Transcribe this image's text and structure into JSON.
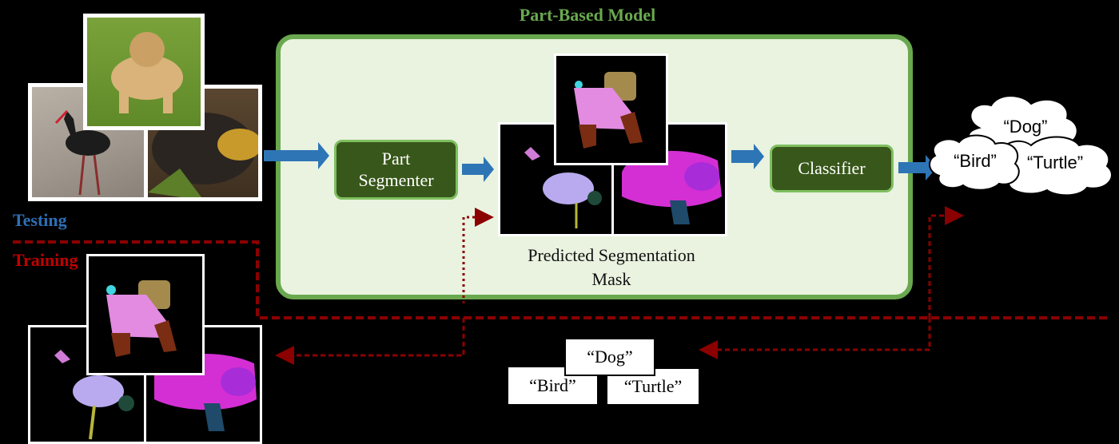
{
  "model": {
    "title": "Part-Based Model"
  },
  "nodes": {
    "part_segmenter": "Part Segmenter",
    "classifier": "Classifier"
  },
  "mask_caption": "Predicted Segmentation Mask",
  "legend": {
    "testing": "Testing",
    "training": "Training"
  },
  "predicted_labels": [
    "“Dog”",
    "“Bird”",
    "“Turtle”"
  ],
  "ground_truth_labels": [
    "“Dog”",
    "“Bird”",
    "“Turtle”"
  ],
  "colors": {
    "testing_arrow": "#2e75b6",
    "training_path": "#8b0000",
    "model_border": "#6aa84f",
    "node_fill": "#38571a"
  }
}
